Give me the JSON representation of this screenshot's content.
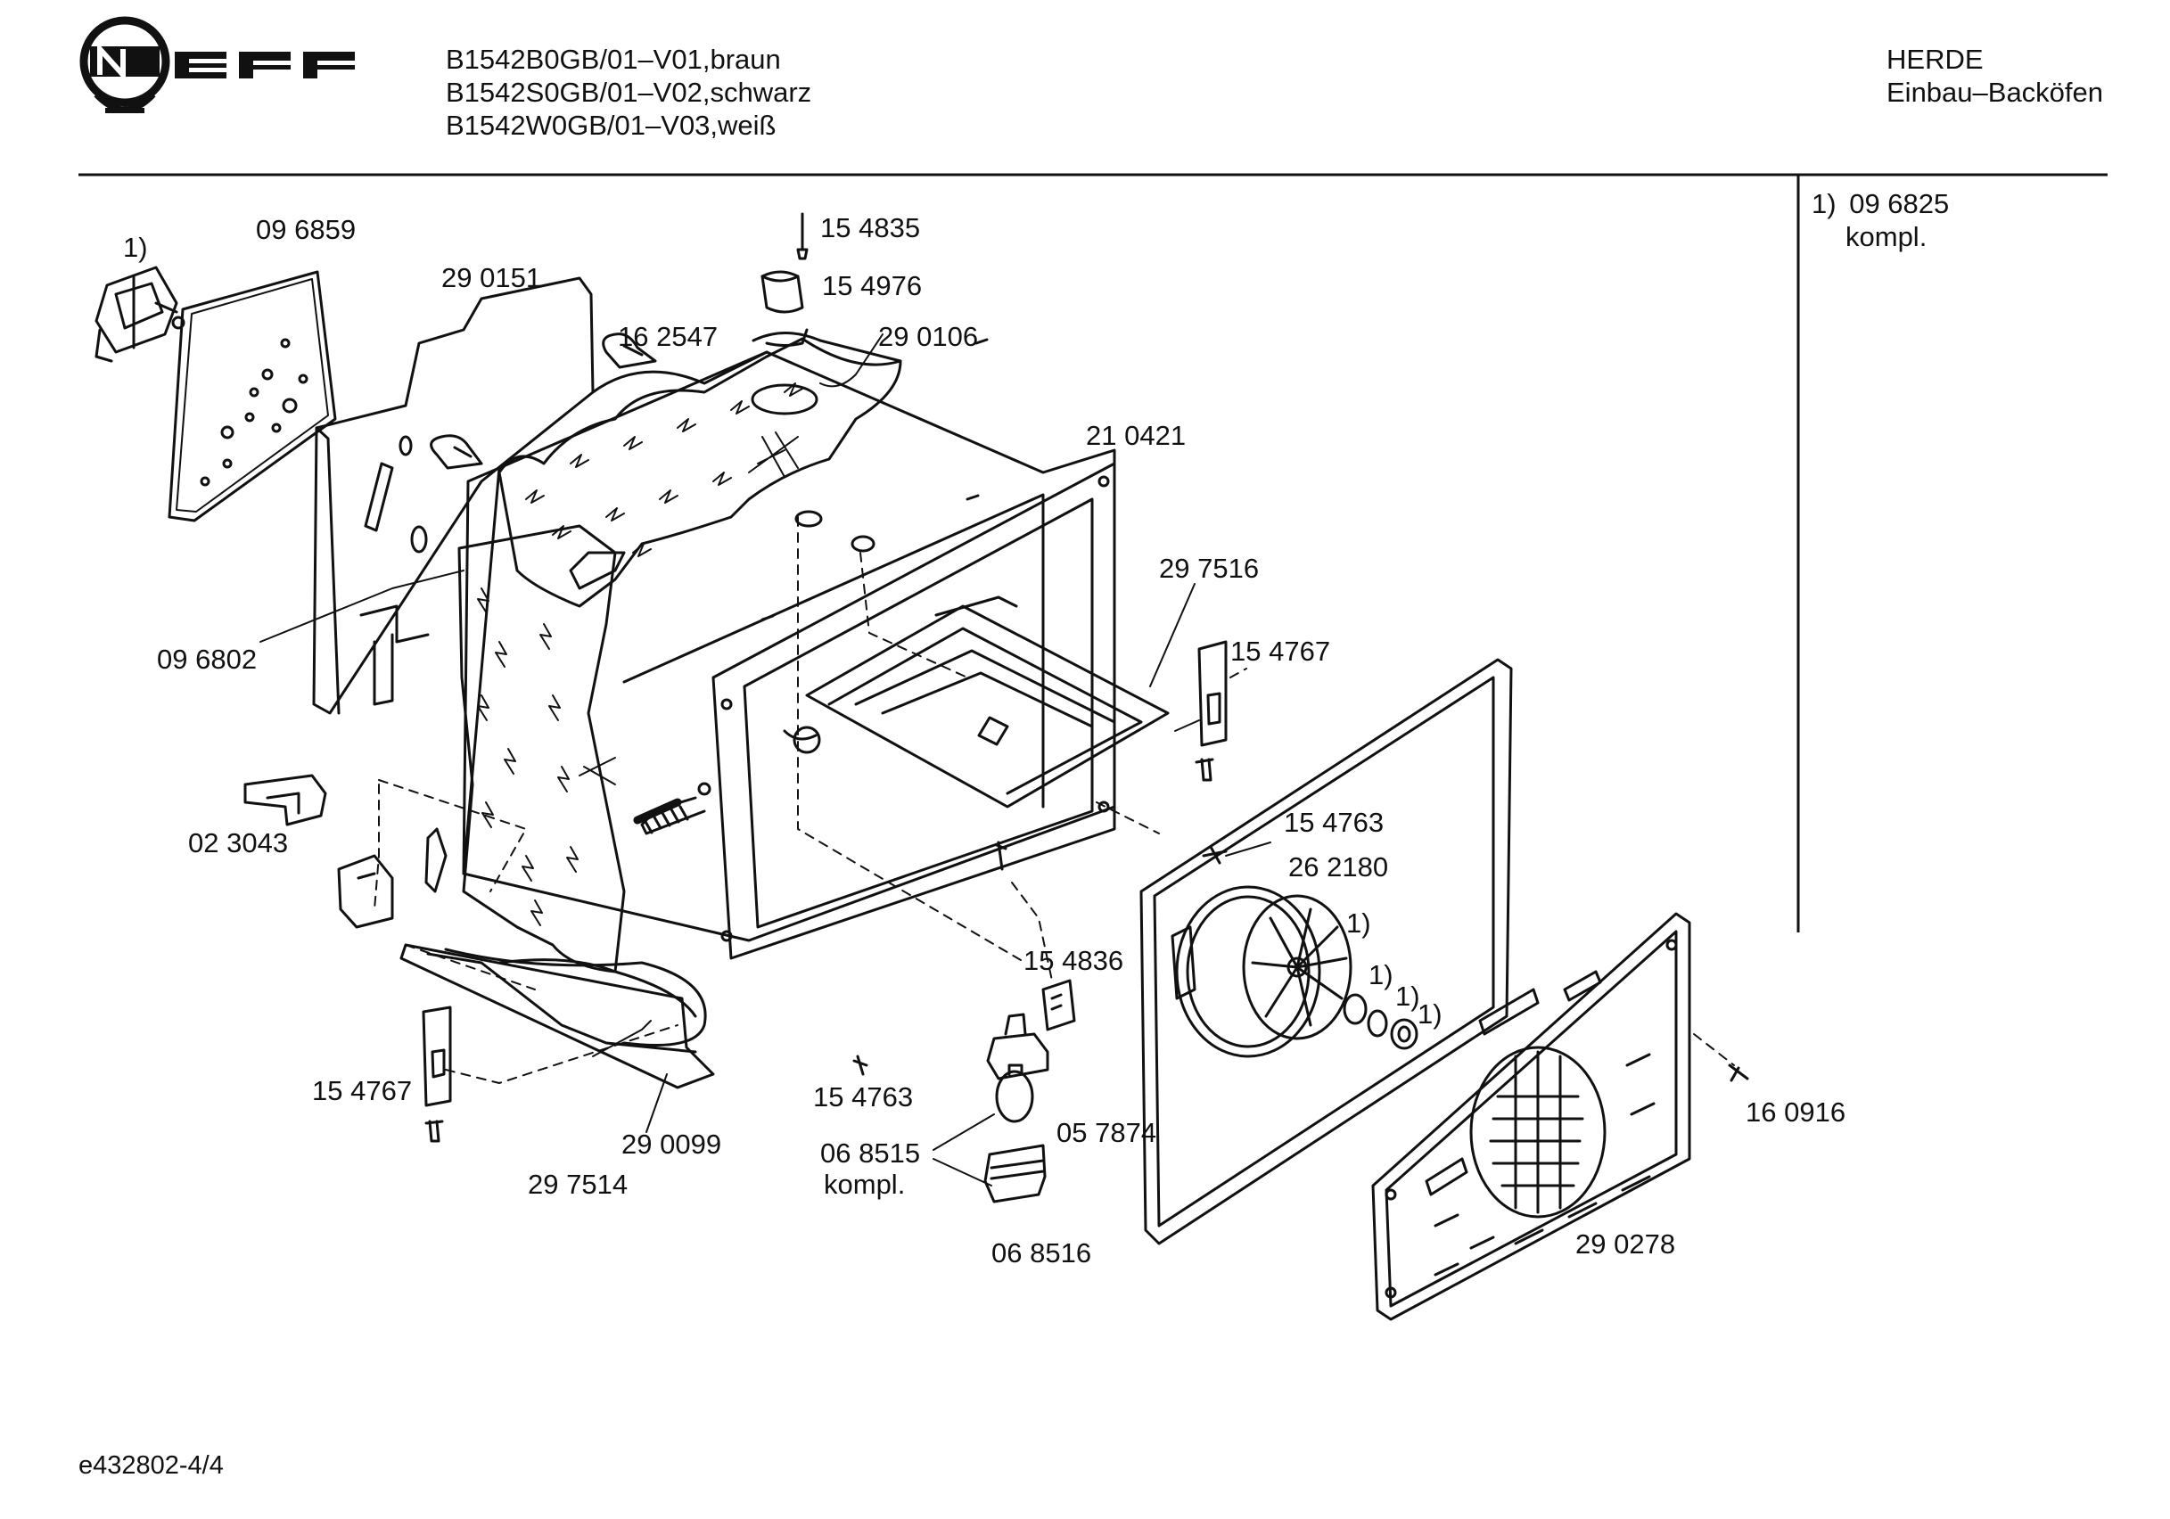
{
  "brand": {
    "logo_text": "NEFF"
  },
  "header": {
    "models": [
      "B1542B0GB/01–V01,braun",
      "B1542S0GB/01–V02,schwarz",
      "B1542W0GB/01–V03,weiß"
    ],
    "category": [
      "HERDE",
      "Einbau–Backöfen"
    ]
  },
  "footnote": {
    "marker": "1)",
    "part": "09 6825",
    "note": "kompl."
  },
  "diagram": {
    "part_labels": [
      "1)",
      "09 6859",
      "29 0151",
      "15 4835",
      "15 4976",
      "16 2547",
      "29 0106",
      "21 0421",
      "29 7516",
      "15 4767",
      "09 6802",
      "02 3043",
      "15 4763",
      "26 2180",
      "1)",
      "1)",
      "1)",
      "1)",
      "15 4836",
      "15 4767",
      "15 4763",
      "05 7874",
      "06 8515",
      "kompl.",
      "29 0099",
      "29 7514",
      "06 8516",
      "29 0278",
      "16 0916"
    ]
  },
  "footer": {
    "doc_id": "e432802-4/4"
  }
}
